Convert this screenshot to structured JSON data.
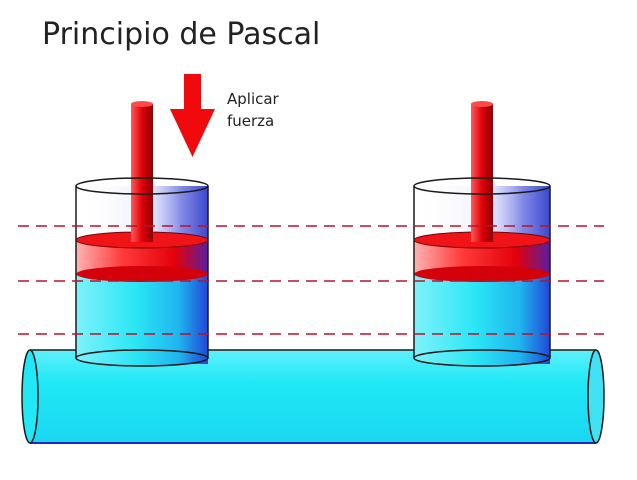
{
  "title": "Principio de Pascal",
  "force_label": {
    "line1": "Aplicar",
    "line2": "fuerza"
  },
  "colors": {
    "fluid": "#20e8f6",
    "fluid_light": "#bff7ff",
    "fluid_edge": "#1c2bbf",
    "cylinder_shadow": "#3d49d8",
    "piston": "#f50f12",
    "piston_dark": "#b40006",
    "piston_light": "#ff7a7a",
    "guide_line": "#b8132a",
    "outline": "#1a1a1a",
    "text": "#222222"
  },
  "icons": {
    "force_arrow": "arrow-down-icon"
  }
}
